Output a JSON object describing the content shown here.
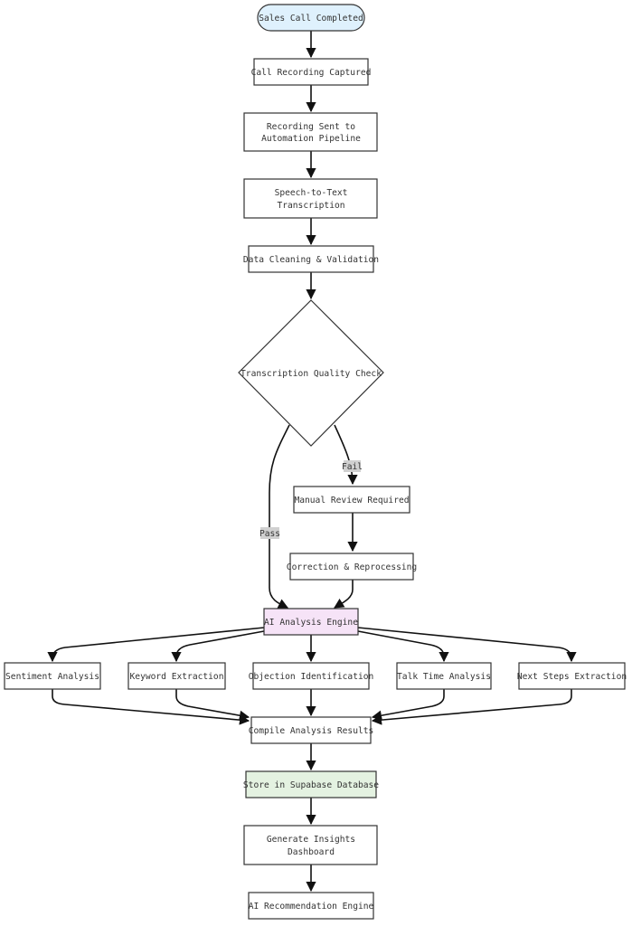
{
  "nodes": {
    "start": "Sales Call Completed",
    "recording": "Call Recording Captured",
    "sent_line1": "Recording Sent to",
    "sent_line2": "Automation Pipeline",
    "stt_line1": "Speech-to-Text",
    "stt_line2": "Transcription",
    "cleaning": "Data Cleaning & Validation",
    "quality_check": "Transcription Quality Check",
    "manual_review": "Manual Review Required",
    "correction": "Correction & Reprocessing",
    "ai_engine": "AI Analysis Engine",
    "sentiment": "Sentiment Analysis",
    "keyword": "Keyword Extraction",
    "objection": "Objection Identification",
    "talk_time": "Talk Time Analysis",
    "next_steps": "Next Steps Extraction",
    "compile": "Compile Analysis Results",
    "store": "Store in Supabase Database",
    "insights_line1": "Generate Insights",
    "insights_line2": "Dashboard",
    "recommendation": "AI Recommendation Engine"
  },
  "edge_labels": {
    "fail": "Fail",
    "pass": "Pass"
  },
  "colors": {
    "start_fill": "#dff1fd",
    "ai_engine_fill": "#f6e3f7",
    "store_fill": "#e4f2e1",
    "edge_label_bg": "#d0d0d0"
  }
}
